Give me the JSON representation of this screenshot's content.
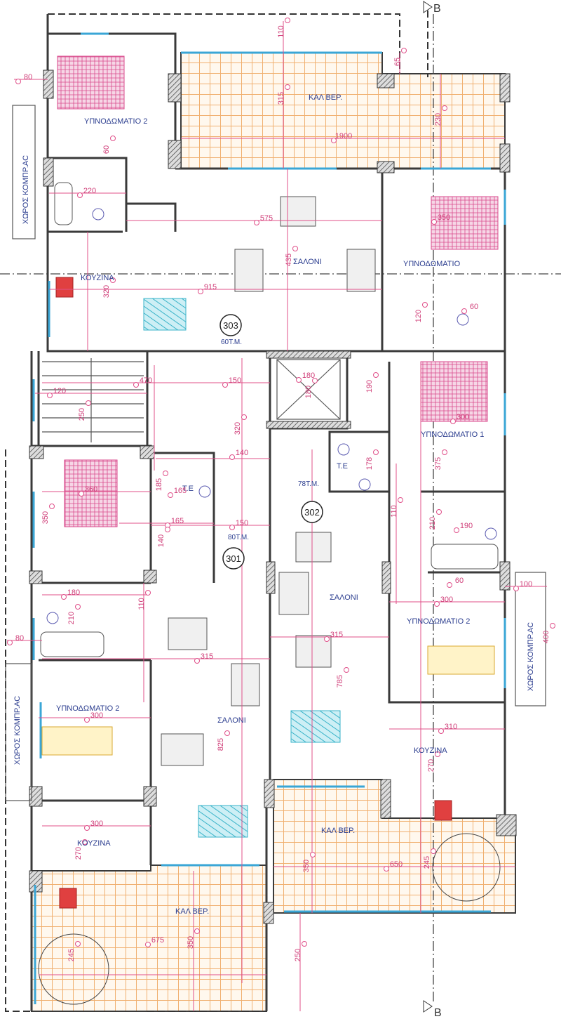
{
  "colors": {
    "walls": "#3a3a3a",
    "dimensions": "#e0508a",
    "windows": "#3aa6d6",
    "room_labels": "#2b3d8f",
    "balcony_tiles": "#f0b070",
    "beds": "#d94a8c",
    "tables": "#39b3c9"
  },
  "section_marker": "B",
  "units": [
    {
      "number": "303",
      "area": "60Τ.Μ."
    },
    {
      "number": "302",
      "area": "78Τ.Μ."
    },
    {
      "number": "301",
      "area": "80Τ.Μ."
    }
  ],
  "rooms": [
    "ΥΠΝΟΔΩΜΑΤΙΟ 2",
    "ΚΑΛ ΒΕΡ.",
    "ΧΩΡΟΣ ΚΟΜΠΡ.AC",
    "ΣΑΛΟΝΙ",
    "ΥΠΝΟΔΩΜΑΤΙΟ",
    "ΚΟΥΖΙΝΑ",
    "ΥΠΝΟΔΩΜΑΤΙΟ 1",
    "Τ.Ε",
    "Τ.Ε",
    "ΣΑΛΟΝΙ",
    "ΥΠΝΟΔΩΜΑΤΙΟ 2",
    "ΧΩΡΟΣ ΚΟΜΠΡ.AC",
    "ΥΠΝΟΔΩΜΑΤΙΟ 2",
    "ΣΑΛΟΝΙ",
    "ΚΟΥΖΙΝΑ",
    "ΚΑΛ ΒΕΡ.",
    "ΚΟΥΖΙΝΑ",
    "ΚΑΛ ΒΕΡ.",
    "ΧΩΡΟΣ ΚΟΜΠΡ.AC"
  ],
  "dimensions": [
    "110",
    "65",
    "315",
    "230",
    "1900",
    "80",
    "60",
    "220",
    "575",
    "915",
    "320",
    "435",
    "350",
    "120",
    "60",
    "120",
    "470",
    "150",
    "180",
    "180",
    "190",
    "250",
    "320",
    "140",
    "300",
    "178",
    "375",
    "360",
    "185",
    "165",
    "350",
    "110",
    "165",
    "150",
    "140",
    "210",
    "190",
    "180",
    "60",
    "100",
    "300",
    "110",
    "210",
    "80",
    "400",
    "315",
    "315",
    "785",
    "300",
    "310",
    "825",
    "270",
    "300",
    "270",
    "350",
    "650",
    "245",
    "675",
    "350",
    "245",
    "250"
  ]
}
